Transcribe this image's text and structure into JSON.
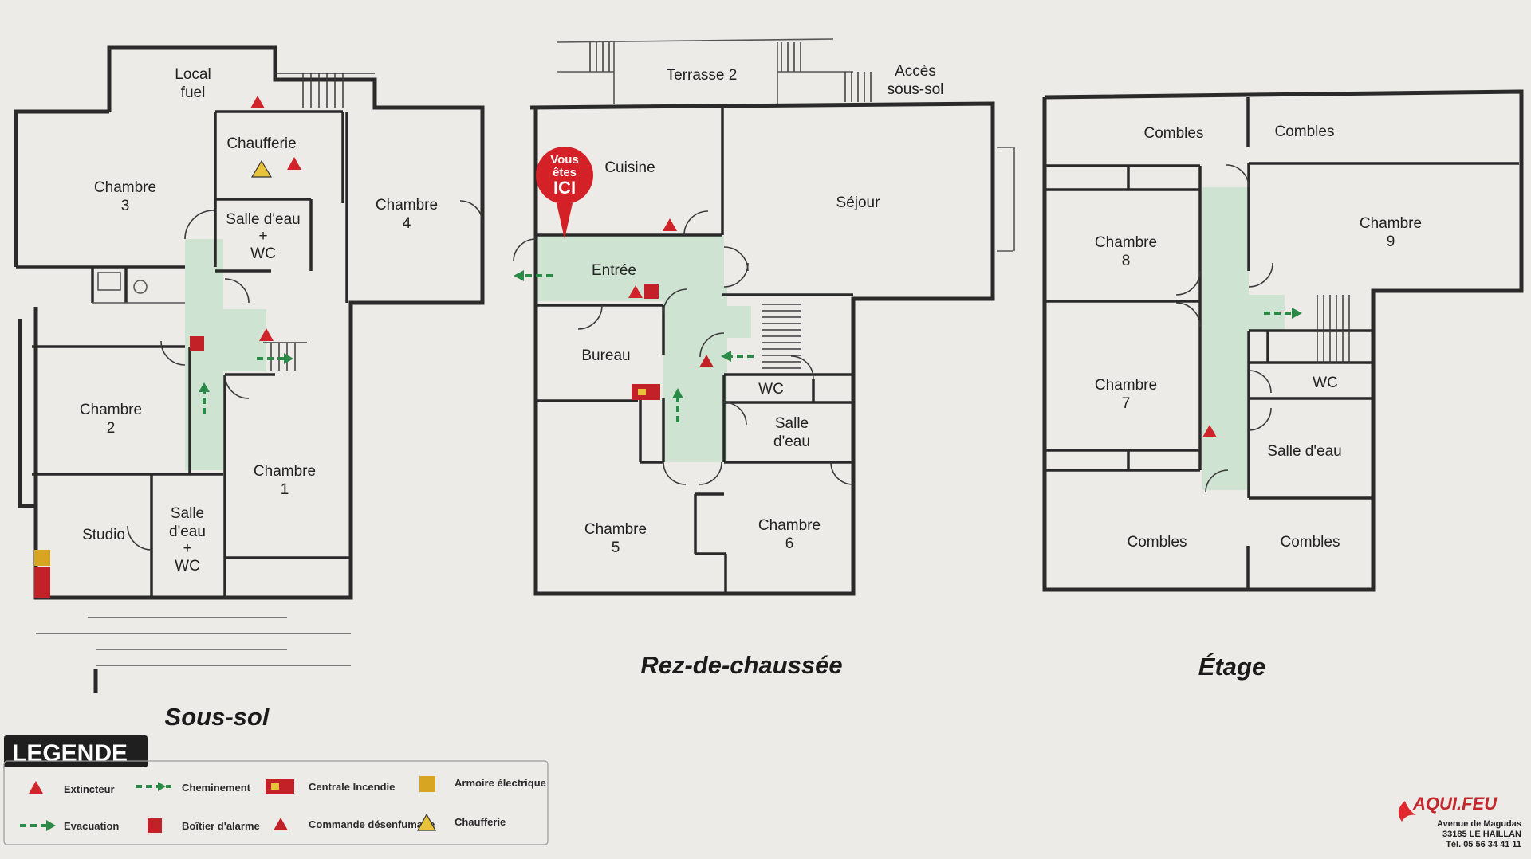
{
  "plans": {
    "sous_sol": {
      "title": "Sous-sol",
      "local_fuel": [
        "Local",
        "fuel"
      ],
      "chaufferie": "Chaufferie",
      "chambre3": [
        "Chambre",
        "3"
      ],
      "chambre4": [
        "Chambre",
        "4"
      ],
      "salle_eau_wc": [
        "Salle d'eau",
        "+",
        "WC"
      ],
      "chambre2": [
        "Chambre",
        "2"
      ],
      "chambre1": [
        "Chambre",
        "1"
      ],
      "studio": "Studio",
      "salle_eau_wc2": [
        "Salle",
        "d'eau",
        "+",
        "WC"
      ]
    },
    "rdc": {
      "title": "Rez-de-chaussée",
      "terrasse": "Terrasse 2",
      "acces": [
        "Accès",
        "sous-sol"
      ],
      "cuisine": "Cuisine",
      "sejour": "Séjour",
      "entree": "Entrée",
      "bureau": "Bureau",
      "wc": "WC",
      "salle_eau": [
        "Salle",
        "d'eau"
      ],
      "chambre5": [
        "Chambre",
        "5"
      ],
      "chambre6": [
        "Chambre",
        "6"
      ],
      "vous_etes_ici": [
        "Vous",
        "êtes",
        "ICI"
      ]
    },
    "etage": {
      "title": "Étage",
      "combles_tl": "Combles",
      "combles_tr": "Combles",
      "chambre8": [
        "Chambre",
        "8"
      ],
      "chambre9": [
        "Chambre",
        "9"
      ],
      "chambre7": [
        "Chambre",
        "7"
      ],
      "wc": "WC",
      "salle_eau": "Salle d'eau",
      "combles_bl": "Combles",
      "combles_br": "Combles"
    }
  },
  "legend": {
    "title": "LEGENDE",
    "items": {
      "extincteur": "Extincteur",
      "cheminement": "Cheminement",
      "centrale": "Centrale Incendie",
      "armoire": "Armoire électrique",
      "evacuation": "Evacuation",
      "boitier": "Boîtier d'alarme",
      "commande": "Commande désenfumage",
      "chaufferie": "Chaufferie"
    }
  },
  "brand": {
    "name": "AQUI.FEU",
    "address": [
      "Avenue de Magudas",
      "33185 LE HAILLAN",
      "Tél. 05 56 34 41 11"
    ]
  },
  "colors": {
    "wall": "#2a2a2a",
    "corridor": "#cfe3d3",
    "extinguisher": "#d0232a",
    "evacuation_arrow": "#2c8a48",
    "you_are_here": "#d42027"
  }
}
